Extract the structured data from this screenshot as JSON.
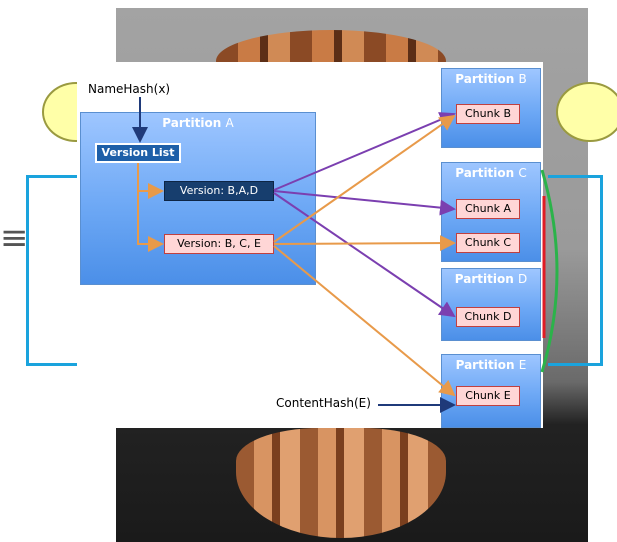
{
  "diagram": {
    "name_hash_label": "NameHash(x)",
    "content_hash_label": "ContentHash(E)",
    "partition_a": {
      "prefix": "Partition",
      "letter": "A"
    },
    "version_list": "Version List",
    "version_1": "Version: B,A,D",
    "version_2": "Version: B, C, E",
    "partitions": [
      {
        "prefix": "Partition",
        "letter": "B",
        "chunks": [
          "Chunk B"
        ]
      },
      {
        "prefix": "Partition",
        "letter": "C",
        "chunks": [
          "Chunk A",
          "Chunk C"
        ]
      },
      {
        "prefix": "Partition",
        "letter": "D",
        "chunks": [
          "Chunk D"
        ]
      },
      {
        "prefix": "Partition",
        "letter": "E",
        "chunks": [
          "Chunk E"
        ]
      }
    ],
    "side_glyph": "≡",
    "colors": {
      "orange_arrow": "#e89a4a",
      "purple_arrow": "#7b3fb0",
      "navy_arrow": "#1f3a7a",
      "red_bar": "#e01b24",
      "green_arc": "#2bb34a",
      "bracket": "#1aa3dd"
    }
  }
}
